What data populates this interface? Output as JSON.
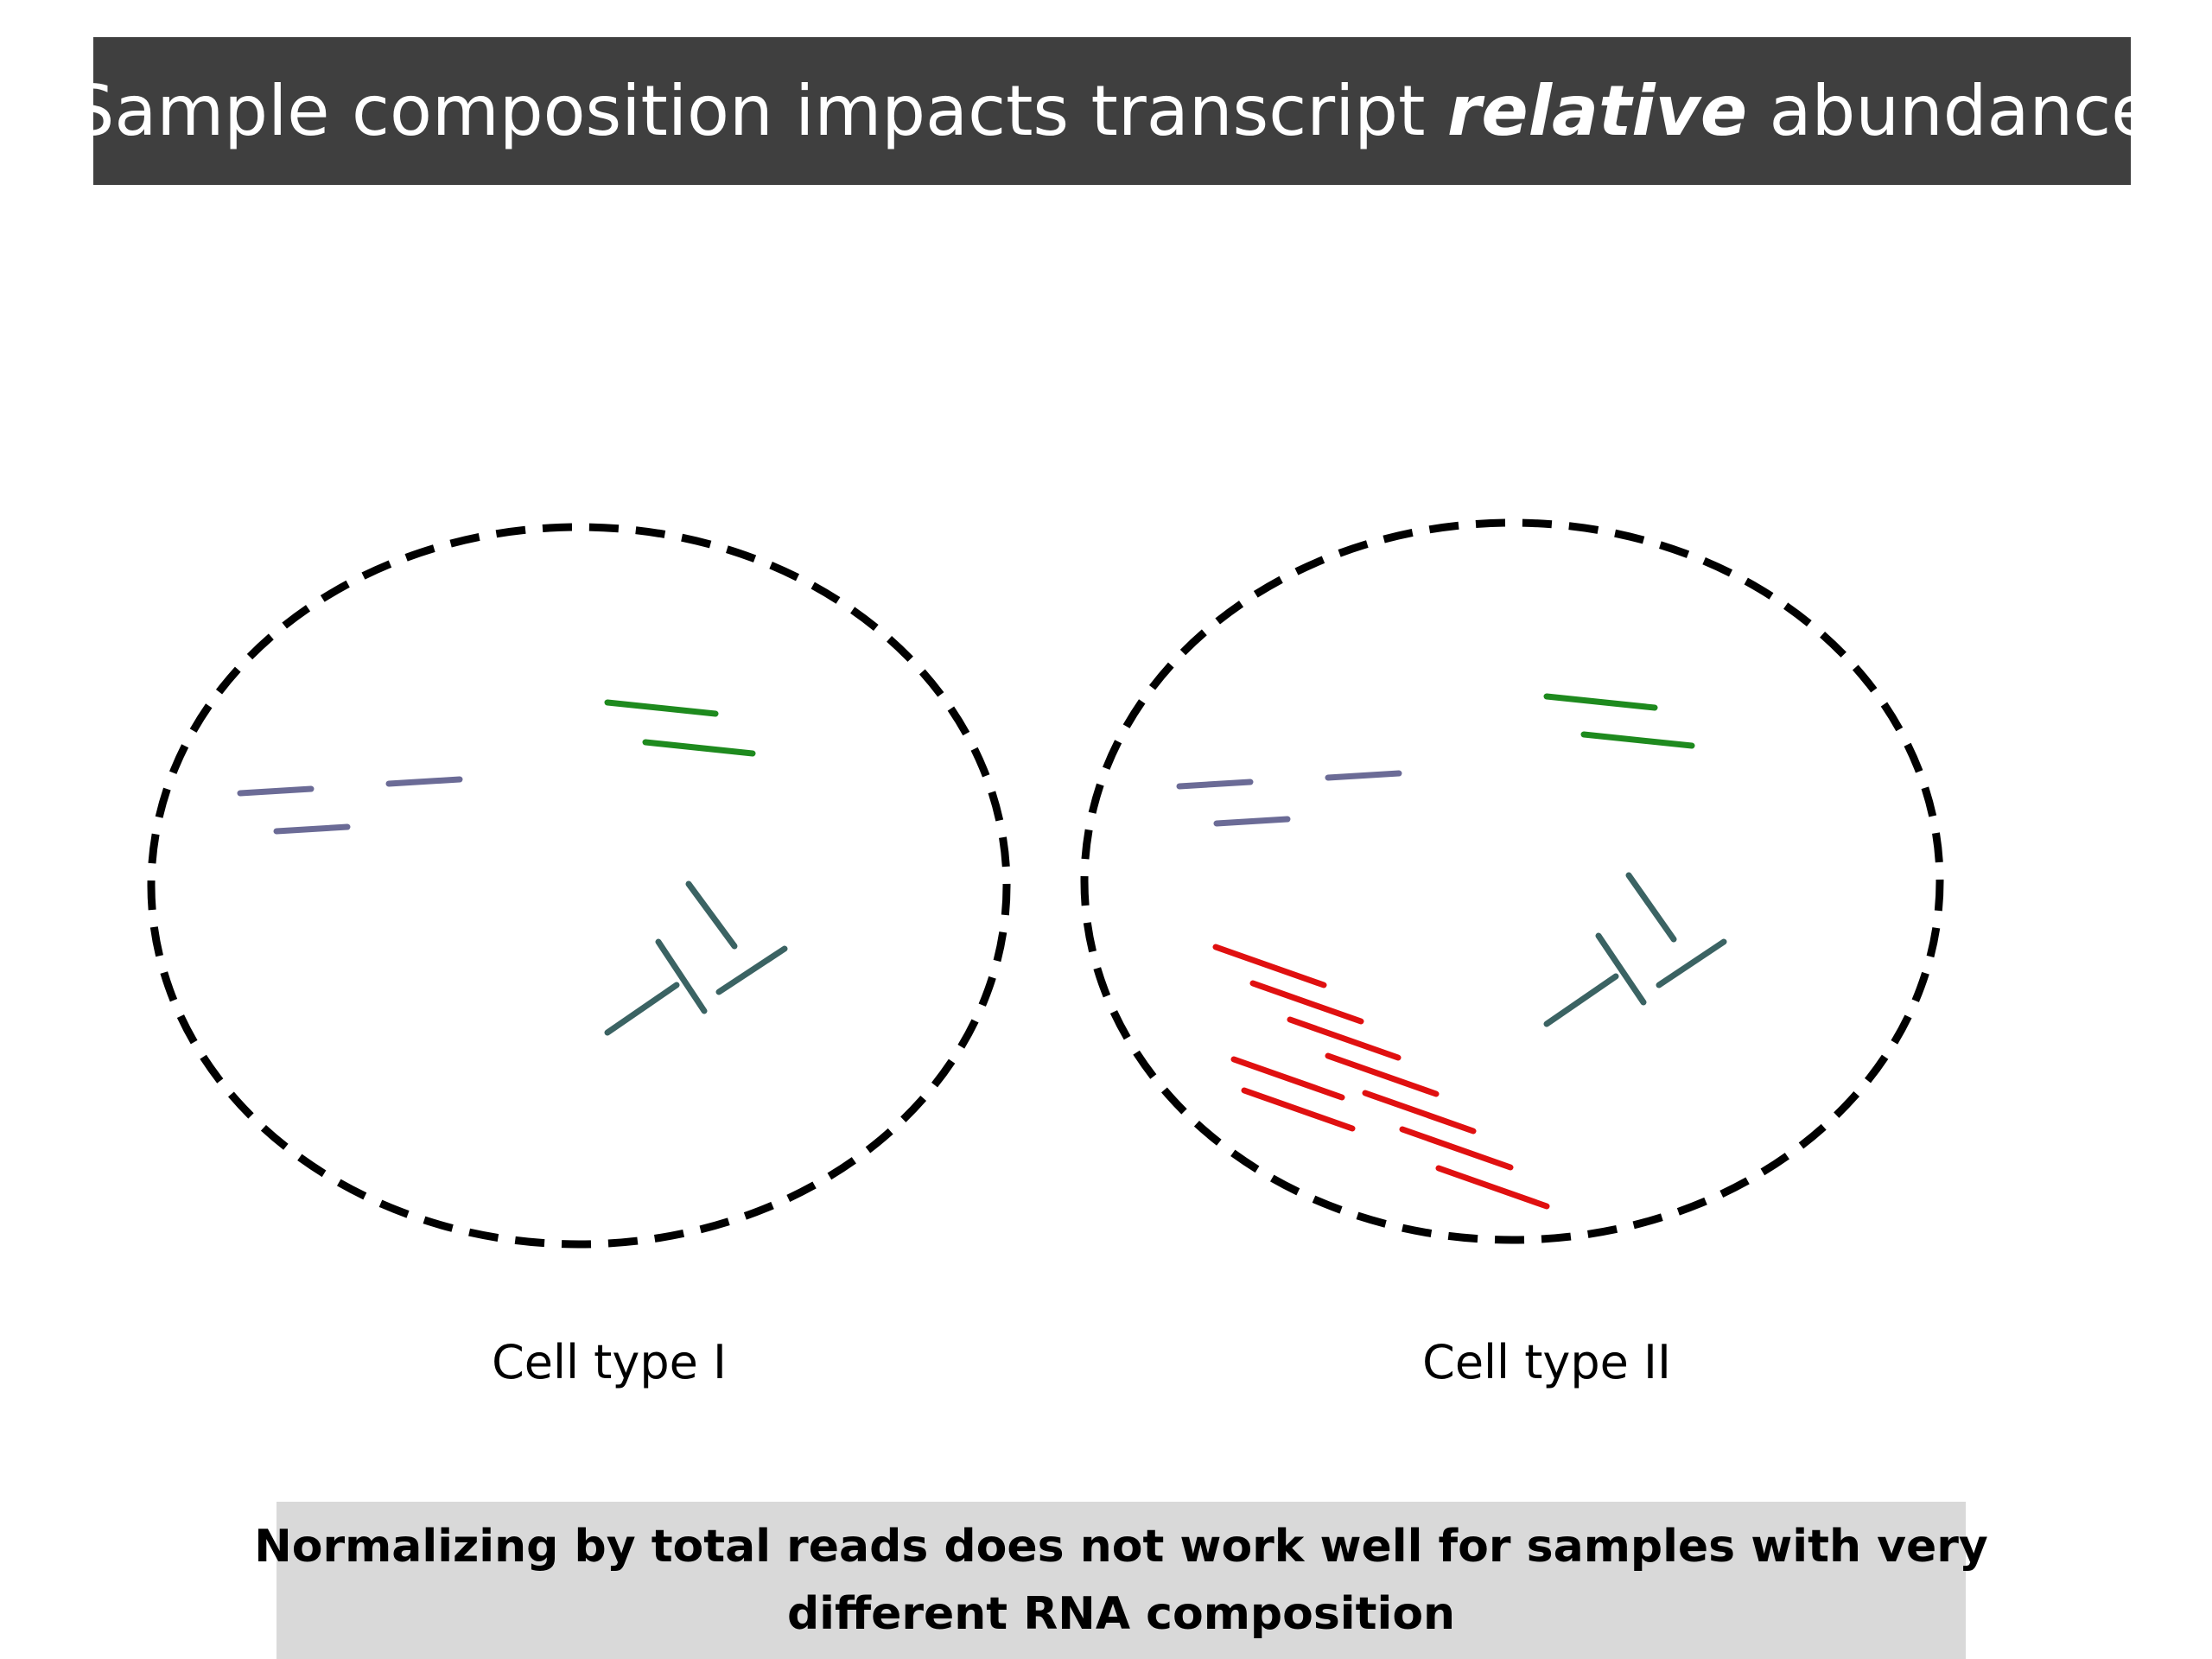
{
  "title": {
    "before": "Sample composition impacts transcript",
    "emphasis": "relative",
    "after": "abundance"
  },
  "cells": [
    {
      "label": "Cell type I"
    },
    {
      "label": "Cell type II"
    }
  ],
  "note": {
    "line1": "Normalizing by total reads does not work well for samples with very",
    "line2": "different RNA composition"
  },
  "colors": {
    "title_bg": "#3f3f3f",
    "note_bg": "#d9d9d9",
    "transcript_purple": "#6b6b96",
    "transcript_green": "#1e8a1e",
    "transcript_teal": "#3b6363",
    "transcript_red": "#e01010"
  }
}
